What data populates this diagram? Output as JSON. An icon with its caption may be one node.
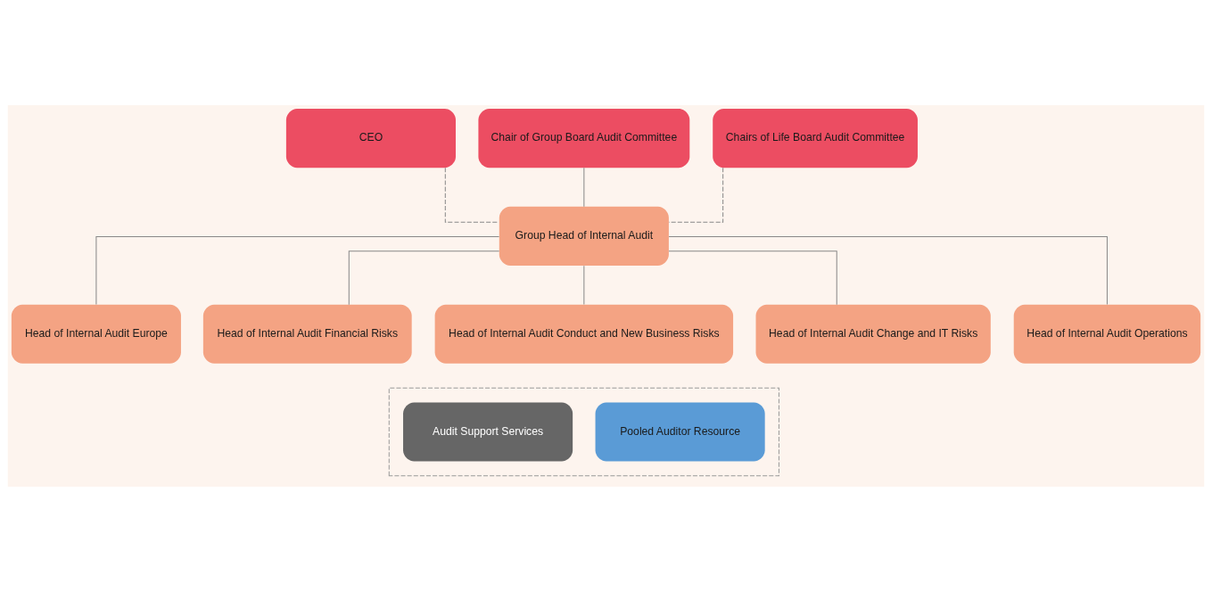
{
  "diagram": {
    "nodes": [
      {
        "text": [
          "CEO"
        ]
      },
      {
        "text": [
          "Chair of Group Board Audit Committee"
        ]
      },
      {
        "text": [
          "Chairs of Life Board Audit Committee"
        ]
      },
      {
        "text": [
          "Group Head of Internal Audit"
        ]
      },
      {
        "text": [
          "Head of Internal Audit Europe"
        ]
      },
      {
        "text": [
          "Head of Internal Audit Financial Risks"
        ]
      },
      {
        "text": [
          "Head of Internal Audit Conduct and New Business Risks"
        ]
      },
      {
        "text": [
          "Head of Internal Audit Change and IT Risks"
        ]
      },
      {
        "text": [
          "Head of Internal Audit Operations"
        ]
      },
      {
        "text": [],
        "shape": "box"
      },
      {
        "text": [
          "Pooled Auditor Resource"
        ],
        "in": 9
      },
      {
        "text": [
          "Audit Support Services"
        ],
        "in": 9
      }
    ],
    "edges": [
      {
        "from": 0,
        "to": 3,
        "arrow": "none",
        "style": "dashed"
      },
      {
        "from": 1,
        "to": 3,
        "arrow": "none"
      },
      {
        "from": 2,
        "to": 3,
        "arrow": "none",
        "style": "dashed"
      },
      {
        "from": 3,
        "to": 4,
        "arrow": "none"
      },
      {
        "from": 3,
        "to": 5,
        "arrow": "none"
      },
      {
        "from": 3,
        "to": 6,
        "arrow": "none"
      },
      {
        "from": 3,
        "to": 7,
        "arrow": "none"
      },
      {
        "from": 3,
        "to": 8,
        "arrow": "none"
      }
    ]
  }
}
